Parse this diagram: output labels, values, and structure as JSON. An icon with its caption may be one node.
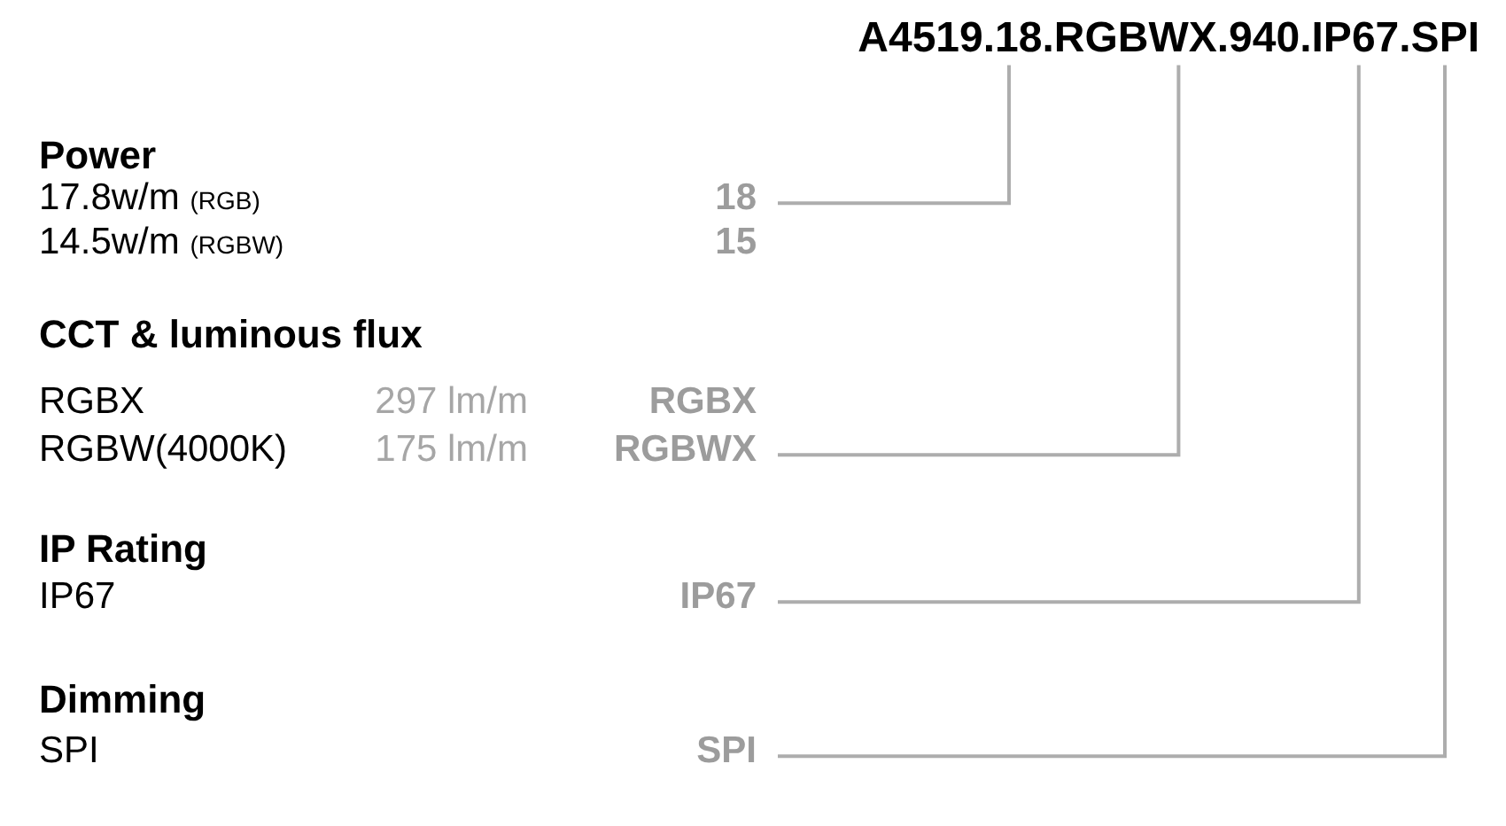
{
  "diagram": {
    "nodes": [
      {
        "text": [
          "A4519.18.RGBWX.940.IP67.SPI"
        ]
      },
      {
        "text": [
          "18"
        ]
      },
      {
        "text": [
          "RGBWX"
        ]
      },
      {
        "text": [
          "IP67"
        ]
      },
      {
        "text": [
          "SPI"
        ]
      }
    ],
    "edges": [
      {
        "from": 1,
        "to": 0,
        "arrow": "none"
      },
      {
        "from": 2,
        "to": 0,
        "arrow": "none"
      },
      {
        "from": 3,
        "to": 0,
        "arrow": "none"
      },
      {
        "from": 4,
        "to": 0,
        "arrow": "none"
      }
    ],
    "labels": [
      "Power",
      "17.8w/m (RGB)",
      "14.5w/m (RGBW)",
      "15",
      "CCT & luminous flux",
      "RGBX",
      "297 lm/m",
      "RGBX",
      "RGBW(4000K)",
      "175 lm/m",
      "IP Rating",
      "IP67",
      "Dimming",
      "SPI"
    ]
  }
}
